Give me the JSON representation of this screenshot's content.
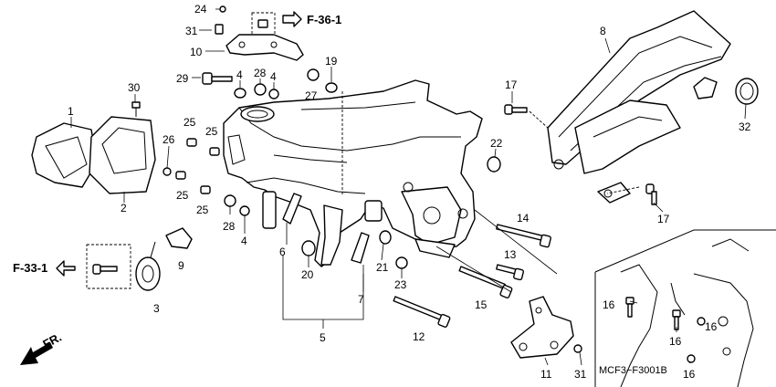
{
  "refs": {
    "f36": "F-36-1",
    "f33": "F-33-1",
    "fr": "FR."
  },
  "diagram_code": "MCF3−F3001B",
  "callouts": {
    "c24": "24",
    "c31a": "31",
    "c10": "10",
    "c29": "29",
    "c4a": "4",
    "c28a": "28",
    "c4b": "4",
    "c27": "27",
    "c19": "19",
    "c30": "30",
    "c1": "1",
    "c2": "2",
    "c26": "26",
    "c25a": "25",
    "c25b": "25",
    "c25c": "25",
    "c25d": "25",
    "c28b": "28",
    "c4c": "4",
    "c6": "6",
    "c20": "20",
    "c5": "5",
    "c7": "7",
    "c9": "9",
    "c3": "3",
    "c22": "22",
    "c21": "21",
    "c23": "23",
    "c12": "12",
    "c14": "14",
    "c13": "13",
    "c15": "15",
    "c11": "11",
    "c31b": "31",
    "c8": "8",
    "c17a": "17",
    "c17b": "17",
    "c32": "32",
    "c16a": "16",
    "c16b": "16",
    "c16c": "16",
    "c16d": "16"
  }
}
